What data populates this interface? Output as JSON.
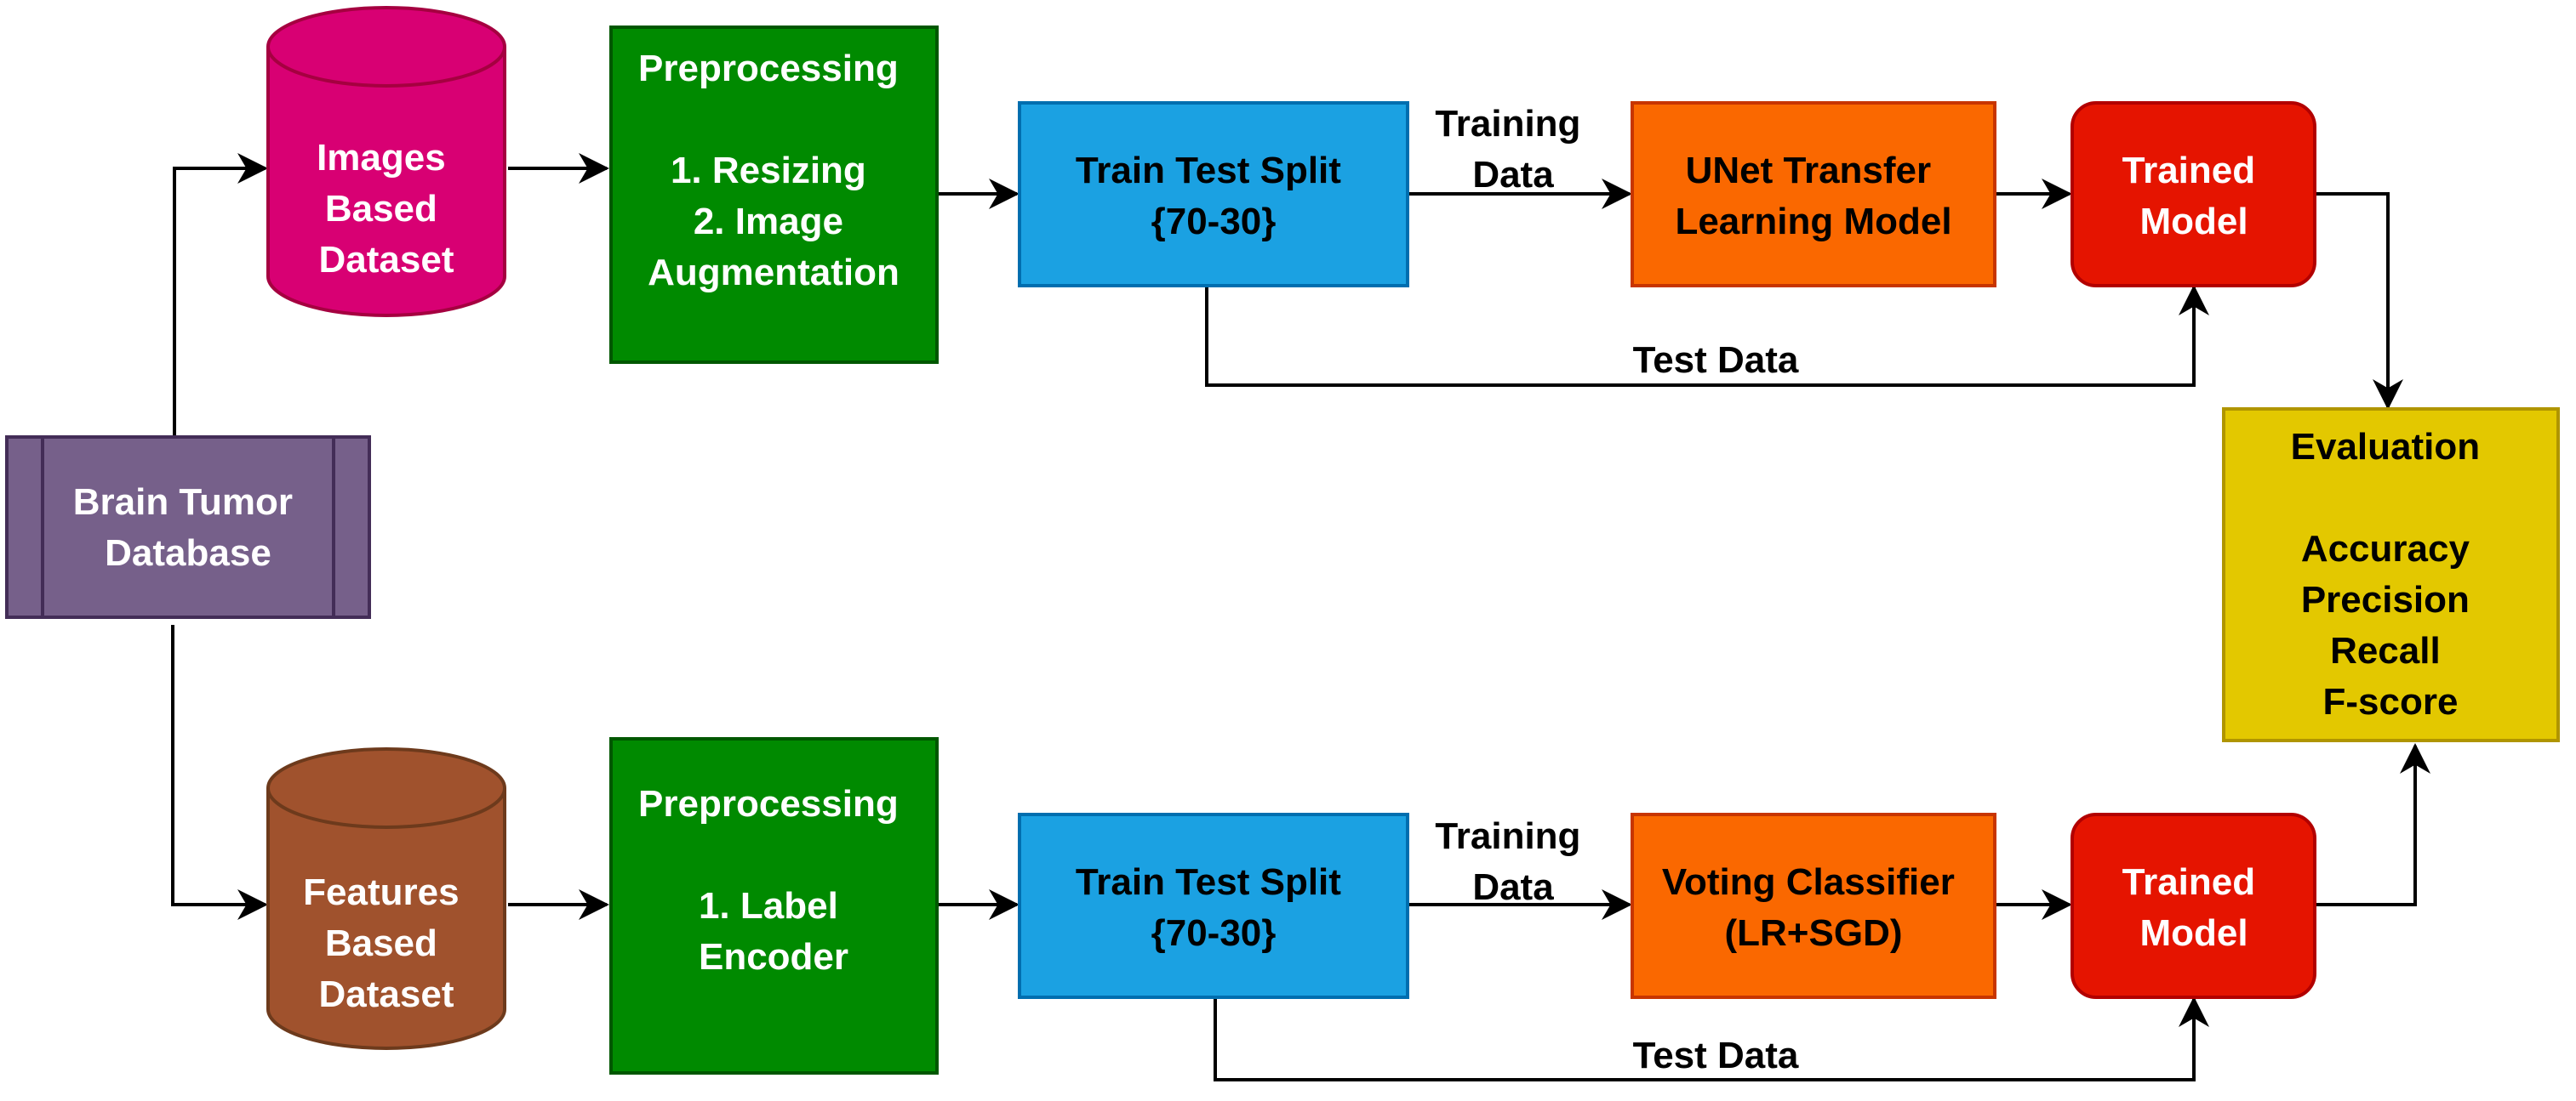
{
  "database": {
    "lines": [
      "Brain Tumor",
      "Database"
    ]
  },
  "top": {
    "dataset": [
      "Images",
      "Based",
      "Dataset"
    ],
    "preprocessing": [
      "Preprocessing",
      "",
      "1. Resizing",
      "2. Image",
      "Augmentation"
    ],
    "split": [
      "Train Test Split",
      "{70-30}"
    ],
    "training_label": [
      "Training",
      "Data"
    ],
    "model": [
      "UNet Transfer",
      "Learning Model"
    ],
    "trained": [
      "Trained",
      "Model"
    ],
    "test_label": "Test Data"
  },
  "bottom": {
    "dataset": [
      "Features",
      "Based",
      "Dataset"
    ],
    "preprocessing": [
      "Preprocessing",
      "",
      "1. Label",
      "Encoder"
    ],
    "split": [
      "Train Test Split",
      "{70-30}"
    ],
    "training_label": [
      "Training",
      "Data"
    ],
    "model": [
      "Voting Classifier",
      "(LR+SGD)"
    ],
    "trained": [
      "Trained",
      "Model"
    ],
    "test_label": "Test Data"
  },
  "evaluation": [
    "Evaluation",
    "",
    "Accuracy",
    "Precision",
    "Recall",
    "F-score"
  ],
  "colors": {
    "database": "#76608a",
    "images_dataset": "#d80073",
    "features_dataset": "#a0522d",
    "preprocessing": "#008a00",
    "split": "#1ba1e2",
    "model": "#fa6800",
    "trained": "#e51400",
    "evaluation": "#e3c800"
  }
}
